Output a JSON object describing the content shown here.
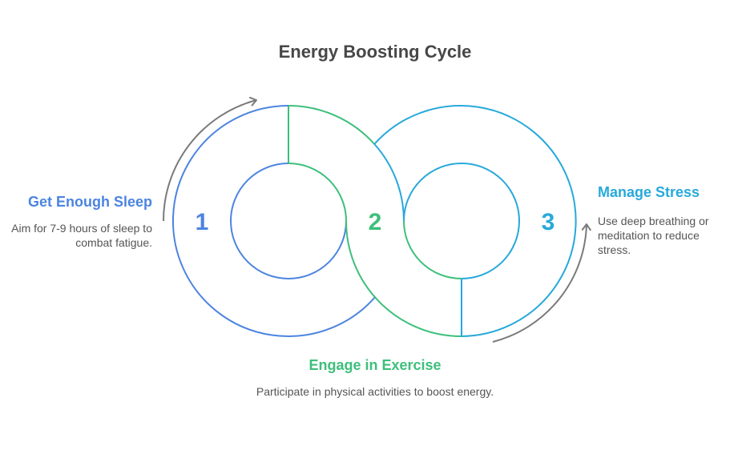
{
  "title": "Energy Boosting Cycle",
  "colors": {
    "step1": "#4C84E0",
    "step2": "#3DBF7B",
    "step3": "#27A9DA",
    "arrow": "#7a7a7a",
    "text": "#555555",
    "title": "#474747"
  },
  "steps": [
    {
      "number": "1",
      "title": "Get Enough Sleep",
      "description": "Aim for 7-9 hours of sleep to combat fatigue."
    },
    {
      "number": "2",
      "title": "Engage in Exercise",
      "description": "Participate in physical activities to boost energy."
    },
    {
      "number": "3",
      "title": "Manage Stress",
      "description": "Use deep breathing or meditation to reduce stress."
    }
  ]
}
